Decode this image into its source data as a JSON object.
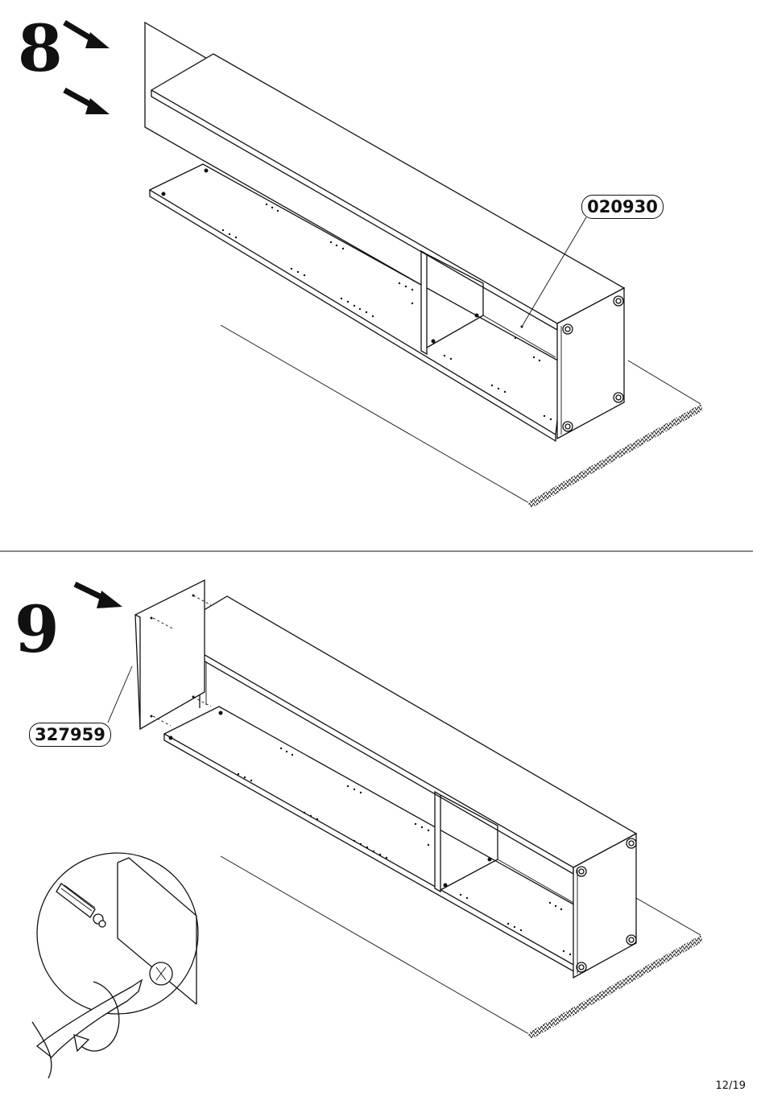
{
  "steps": [
    {
      "number": "8",
      "part_label": "020930"
    },
    {
      "number": "9",
      "part_label": "327959"
    }
  ],
  "page_number": "12/19",
  "icons": [
    "push-arrow-icon",
    "screwdriver-icon",
    "screw-icon",
    "cam-lock-icon",
    "rotate-arrow-icon"
  ]
}
